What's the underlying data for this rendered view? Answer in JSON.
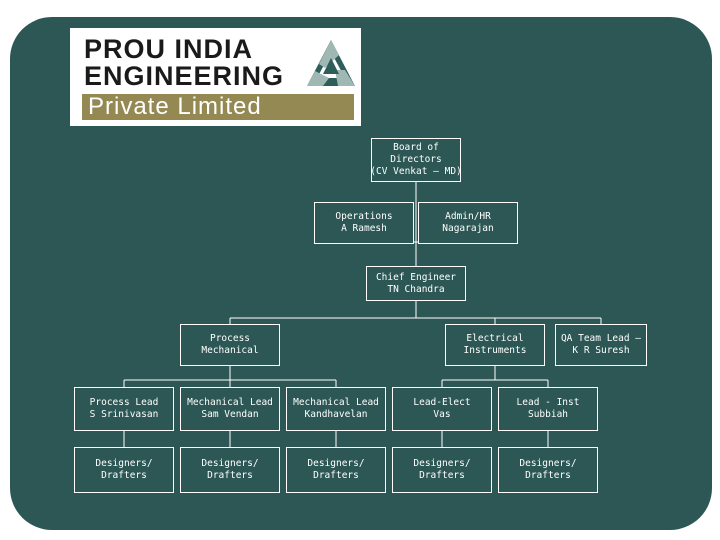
{
  "logo": {
    "line1": "PROU INDIA",
    "line2": "ENGINEERING",
    "line3": "Private Limited",
    "colors": {
      "band": "#948952",
      "mark_dark": "#2f5d5a",
      "mark_light": "#9fb8b4"
    },
    "icon": "triangle-logo-icon"
  },
  "colors": {
    "background": "#2c5755",
    "frame": "#ffffff",
    "line": "#ffffff",
    "text": "#ffffff"
  },
  "org": {
    "board": {
      "line1": "Board of",
      "line2": "Directors",
      "line3": "(CV Venkat – MD)"
    },
    "operations": {
      "line1": "Operations",
      "line2": "A Ramesh"
    },
    "admin": {
      "line1": "Admin/HR",
      "line2": "Nagarajan"
    },
    "chief": {
      "line1": "Chief Engineer",
      "line2": "TN Chandra"
    },
    "process_mech": {
      "line1": "Process",
      "line2": "Mechanical"
    },
    "electrical": {
      "line1": "Electrical",
      "line2": "Instruments"
    },
    "qa": {
      "line1": "QA Team Lead –",
      "line2": "K R Suresh"
    },
    "leads": [
      {
        "line1": "Process Lead",
        "line2": "S Srinivasan"
      },
      {
        "line1": "Mechanical Lead",
        "line2": "Sam Vendan"
      },
      {
        "line1": "Mechanical Lead",
        "line2": "Kandhavelan"
      },
      {
        "line1": "Lead-Elect",
        "line2": "Vas"
      },
      {
        "line1": "Lead - Inst",
        "line2": "Subbiah"
      }
    ],
    "designers": [
      {
        "line1": "Designers/",
        "line2": "Drafters"
      },
      {
        "line1": "Designers/",
        "line2": "Drafters"
      },
      {
        "line1": "Designers/",
        "line2": "Drafters"
      },
      {
        "line1": "Designers/",
        "line2": "Drafters"
      },
      {
        "line1": "Designers/",
        "line2": "Drafters"
      }
    ]
  }
}
